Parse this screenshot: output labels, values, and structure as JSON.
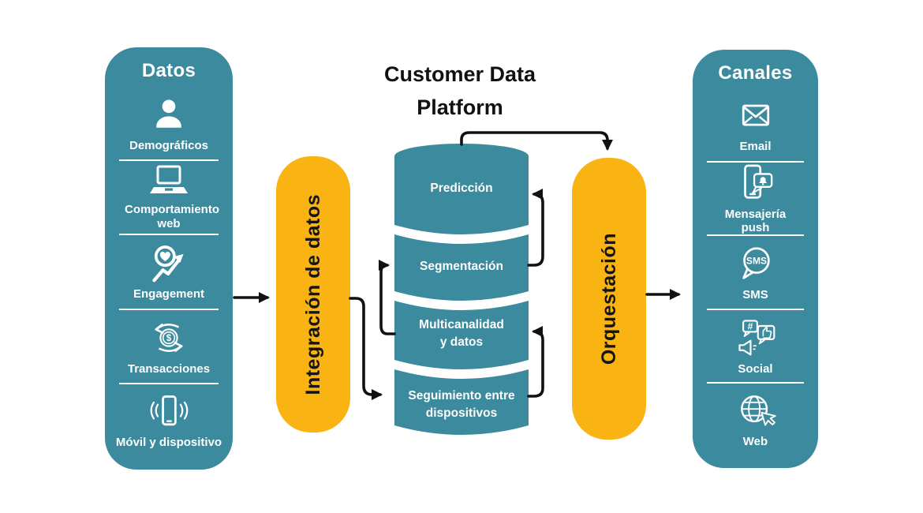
{
  "title": {
    "lines": [
      "Customer Data",
      "Platform"
    ]
  },
  "colors": {
    "teal": "#3b8a9e",
    "yellow": "#f9b413",
    "arrow": "#111111",
    "panel_text": "#ffffff",
    "dark_text": "#151515"
  },
  "data_panel": {
    "title": "Datos",
    "items": [
      {
        "icon": "person-icon",
        "label": "Demográficos"
      },
      {
        "icon": "laptop-icon",
        "label": "Comportamiento web"
      },
      {
        "icon": "engagement-icon",
        "label": "Engagement"
      },
      {
        "icon": "transactions-icon",
        "label": "Transacciones",
        "symbol": "$"
      },
      {
        "icon": "mobile-icon",
        "label": "Móvil y dispositivo"
      }
    ]
  },
  "integration_pill": {
    "label": "Integración de datos"
  },
  "platform": {
    "layers": [
      {
        "lines": [
          "Predicción",
          ""
        ]
      },
      {
        "lines": [
          "Segmentación",
          ""
        ]
      },
      {
        "lines": [
          "Multicanalidad",
          "y datos"
        ]
      },
      {
        "lines": [
          "Seguimiento entre",
          "dispositivos"
        ]
      }
    ]
  },
  "orchestration_pill": {
    "label": "Orquestación"
  },
  "channels_panel": {
    "title": "Canales",
    "items": [
      {
        "icon": "email-icon",
        "label": "Email"
      },
      {
        "icon": "push-notification-icon",
        "label": "Mensajería push"
      },
      {
        "icon": "sms-icon",
        "label": "SMS",
        "bubble_text": "SMS"
      },
      {
        "icon": "social-icon",
        "label": "Social",
        "bubble_text": "#"
      },
      {
        "icon": "web-icon",
        "label": "Web"
      }
    ]
  }
}
